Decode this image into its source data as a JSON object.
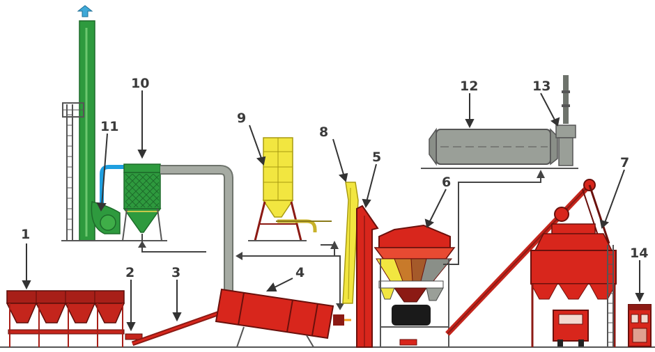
{
  "labels": [
    {
      "id": "1",
      "text": "1"
    },
    {
      "id": "2",
      "text": "2"
    },
    {
      "id": "3",
      "text": "3"
    },
    {
      "id": "4",
      "text": "4"
    },
    {
      "id": "5",
      "text": "5"
    },
    {
      "id": "6",
      "text": "6"
    },
    {
      "id": "7",
      "text": "7"
    },
    {
      "id": "8",
      "text": "8"
    },
    {
      "id": "9",
      "text": "9"
    },
    {
      "id": "10",
      "text": "10"
    },
    {
      "id": "11",
      "text": "11"
    },
    {
      "id": "12",
      "text": "12"
    },
    {
      "id": "13",
      "text": "13"
    },
    {
      "id": "14",
      "text": "14"
    }
  ],
  "colors": {
    "stack": "#2e9a3e",
    "red": "#d8261c",
    "dark_red": "#8c1a14",
    "yellow": "#f2e640",
    "gray": "#9a9f98",
    "blue": "#1f9fe0",
    "ground": "#555555"
  }
}
